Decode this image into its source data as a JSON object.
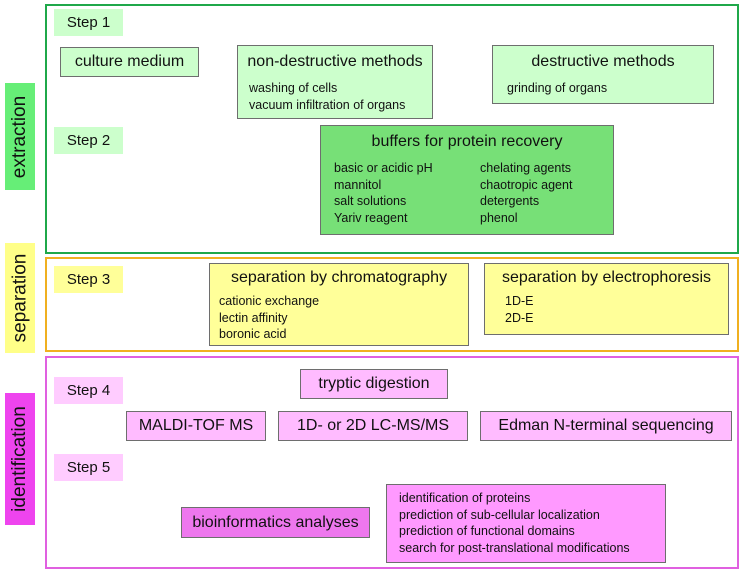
{
  "sections": {
    "extraction": "extraction",
    "separation": "separation",
    "identification": "identification"
  },
  "steps": {
    "s1": "Step 1",
    "s2": "Step 2",
    "s3": "Step 3",
    "s4": "Step 4",
    "s5": "Step 5"
  },
  "extraction": {
    "culture_medium": "culture medium",
    "non_destructive": {
      "title": "non-destructive methods",
      "items": [
        "washing of cells",
        "vacuum infiltration of organs"
      ]
    },
    "destructive": {
      "title": "destructive methods",
      "items": [
        "grinding of organs"
      ]
    },
    "buffers": {
      "title": "buffers for protein recovery",
      "left": [
        "basic or acidic pH",
        "mannitol",
        "salt solutions",
        "Yariv reagent"
      ],
      "right": [
        "chelating agents",
        "chaotropic agent",
        "detergents",
        "phenol"
      ]
    }
  },
  "separation": {
    "chromatography": {
      "title": "separation by chromatography",
      "items": [
        "cationic exchange",
        "lectin affinity",
        "boronic acid"
      ]
    },
    "electrophoresis": {
      "title": "separation by electrophoresis",
      "items": [
        "1D-E",
        "2D-E"
      ]
    }
  },
  "identification": {
    "tryptic": "tryptic digestion",
    "maldi": "MALDI-TOF MS",
    "lcms": "1D- or 2D LC-MS/MS",
    "edman": "Edman N-terminal sequencing",
    "bioinformatics": "bioinformatics analyses",
    "results": [
      "identification of proteins",
      "prediction of sub-cellular localization",
      "prediction of functional domains",
      "search for post-translational modifications"
    ]
  },
  "colors": {
    "extraction_frame": "#1fa84a",
    "extraction_label": "#66ee77",
    "step_green": "#ccffcc",
    "box_green": "#ccffcc",
    "box_green_dark": "#77e077",
    "separation_frame": "#f0b020",
    "separation_label": "#ffff88",
    "box_yellow": "#ffff99",
    "identification_frame": "#e060e0",
    "identification_label": "#ee44ee",
    "step_pink": "#ffccff",
    "box_pink": "#ffbbff",
    "box_magenta": "#ee77ee",
    "box_violet": "#ff99ff"
  }
}
